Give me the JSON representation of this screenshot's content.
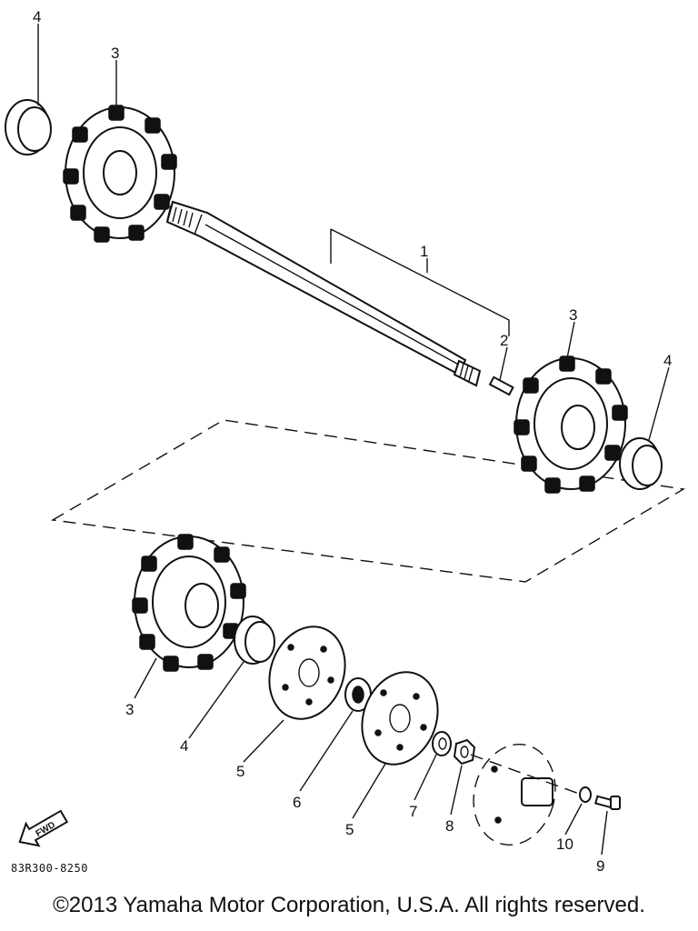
{
  "callouts": {
    "c1": "1",
    "c2": "2",
    "c3a": "3",
    "c3b": "3",
    "c3c": "3",
    "c4a": "4",
    "c4b": "4",
    "c4c": "4",
    "c5a": "5",
    "c5b": "5",
    "c6": "6",
    "c7": "7",
    "c8": "8",
    "c9": "9",
    "c10": "10"
  },
  "fwd_label": "FWD",
  "diagram_code": "83R300-8250",
  "copyright": "©2013 Yamaha Motor Corporation, U.S.A. All rights reserved."
}
